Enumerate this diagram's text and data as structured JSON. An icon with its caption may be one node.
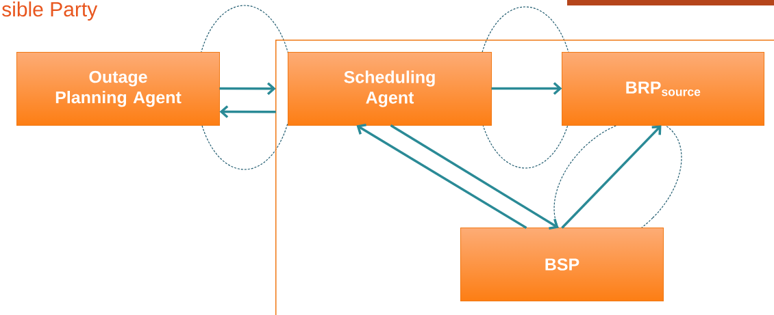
{
  "diagram": {
    "title": "sible Party",
    "nodes": [
      {
        "text": [],
        "shape": "box"
      },
      {
        "text": [
          "Outage Planning Agent"
        ]
      },
      {
        "text": [
          "Scheduling Agent"
        ],
        "in": 0
      },
      {
        "text": [
          "BRP$_{source}$"
        ],
        "in": 0
      },
      {
        "text": [
          "BSP"
        ],
        "in": 0
      }
    ],
    "edges": [
      {
        "from": 1,
        "to": 0,
        "arrow": "to"
      },
      {
        "from": 0,
        "to": 1,
        "arrow": "to"
      },
      {
        "from": 2,
        "to": 3,
        "arrow": "to"
      },
      {
        "from": 4,
        "to": 2,
        "arrow": "to"
      },
      {
        "from": 2,
        "to": 4,
        "arrow": "to"
      },
      {
        "from": 4,
        "to": 3,
        "arrow": "to"
      }
    ]
  }
}
